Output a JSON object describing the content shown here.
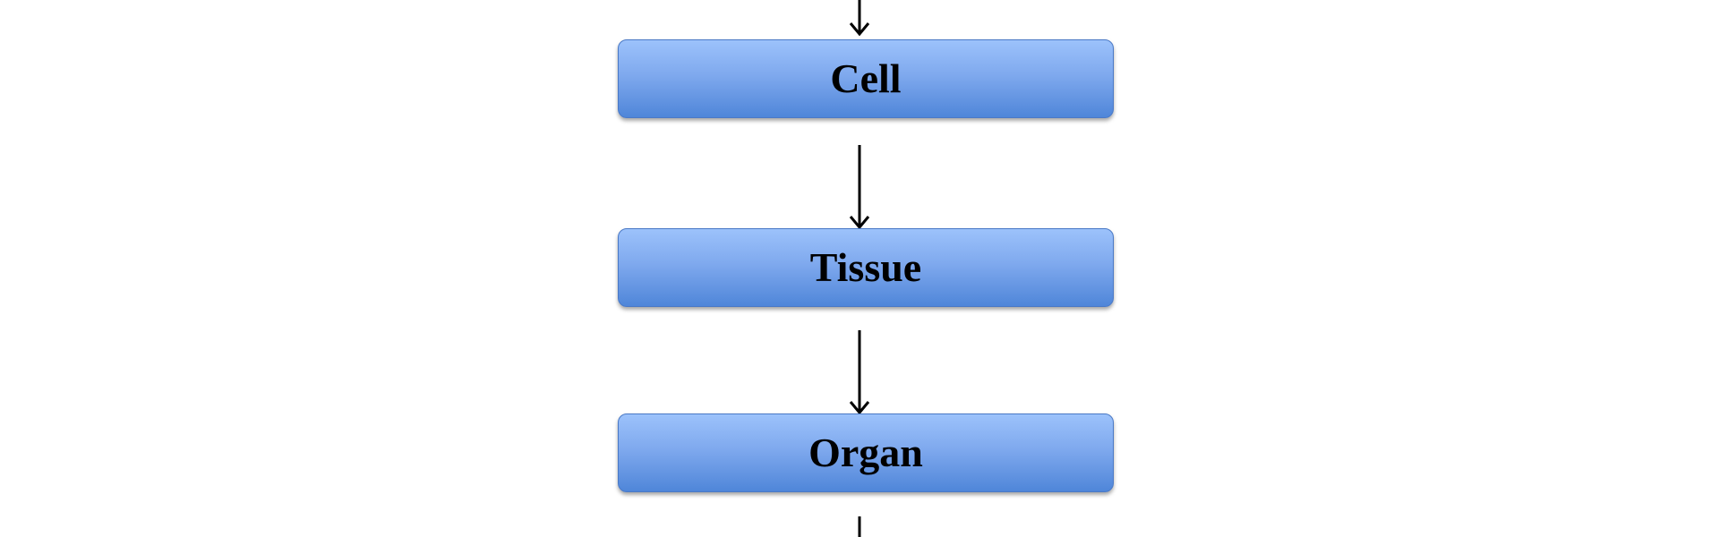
{
  "diagram": {
    "nodes": [
      {
        "id": "cell",
        "label": "Cell"
      },
      {
        "id": "tissue",
        "label": "Tissue"
      },
      {
        "id": "organ",
        "label": "Organ"
      }
    ],
    "edges": [
      {
        "from": "",
        "to": "cell"
      },
      {
        "from": "cell",
        "to": "tissue"
      },
      {
        "from": "tissue",
        "to": "organ"
      },
      {
        "from": "organ",
        "to": ""
      }
    ],
    "colors": {
      "box_top": "#9cc2fb",
      "box_bottom": "#4f86d9",
      "box_border": "#4a79c6",
      "arrow": "#000000",
      "text": "#000000"
    }
  }
}
